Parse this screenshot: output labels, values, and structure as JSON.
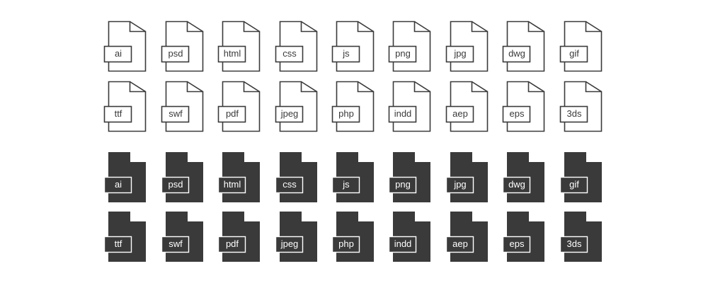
{
  "colors": {
    "ink": "#3a3a3a",
    "background": "#ffffff"
  },
  "icon_sets": [
    {
      "style": "outline",
      "rows": [
        [
          "ai",
          "psd",
          "html",
          "css",
          "js",
          "png",
          "jpg",
          "dwg",
          "gif"
        ],
        [
          "ttf",
          "swf",
          "pdf",
          "jpeg",
          "php",
          "indd",
          "aep",
          "eps",
          "3ds"
        ]
      ]
    },
    {
      "style": "filled",
      "rows": [
        [
          "ai",
          "psd",
          "html",
          "css",
          "js",
          "png",
          "jpg",
          "dwg",
          "gif"
        ],
        [
          "ttf",
          "swf",
          "pdf",
          "jpeg",
          "php",
          "indd",
          "aep",
          "eps",
          "3ds"
        ]
      ]
    }
  ]
}
